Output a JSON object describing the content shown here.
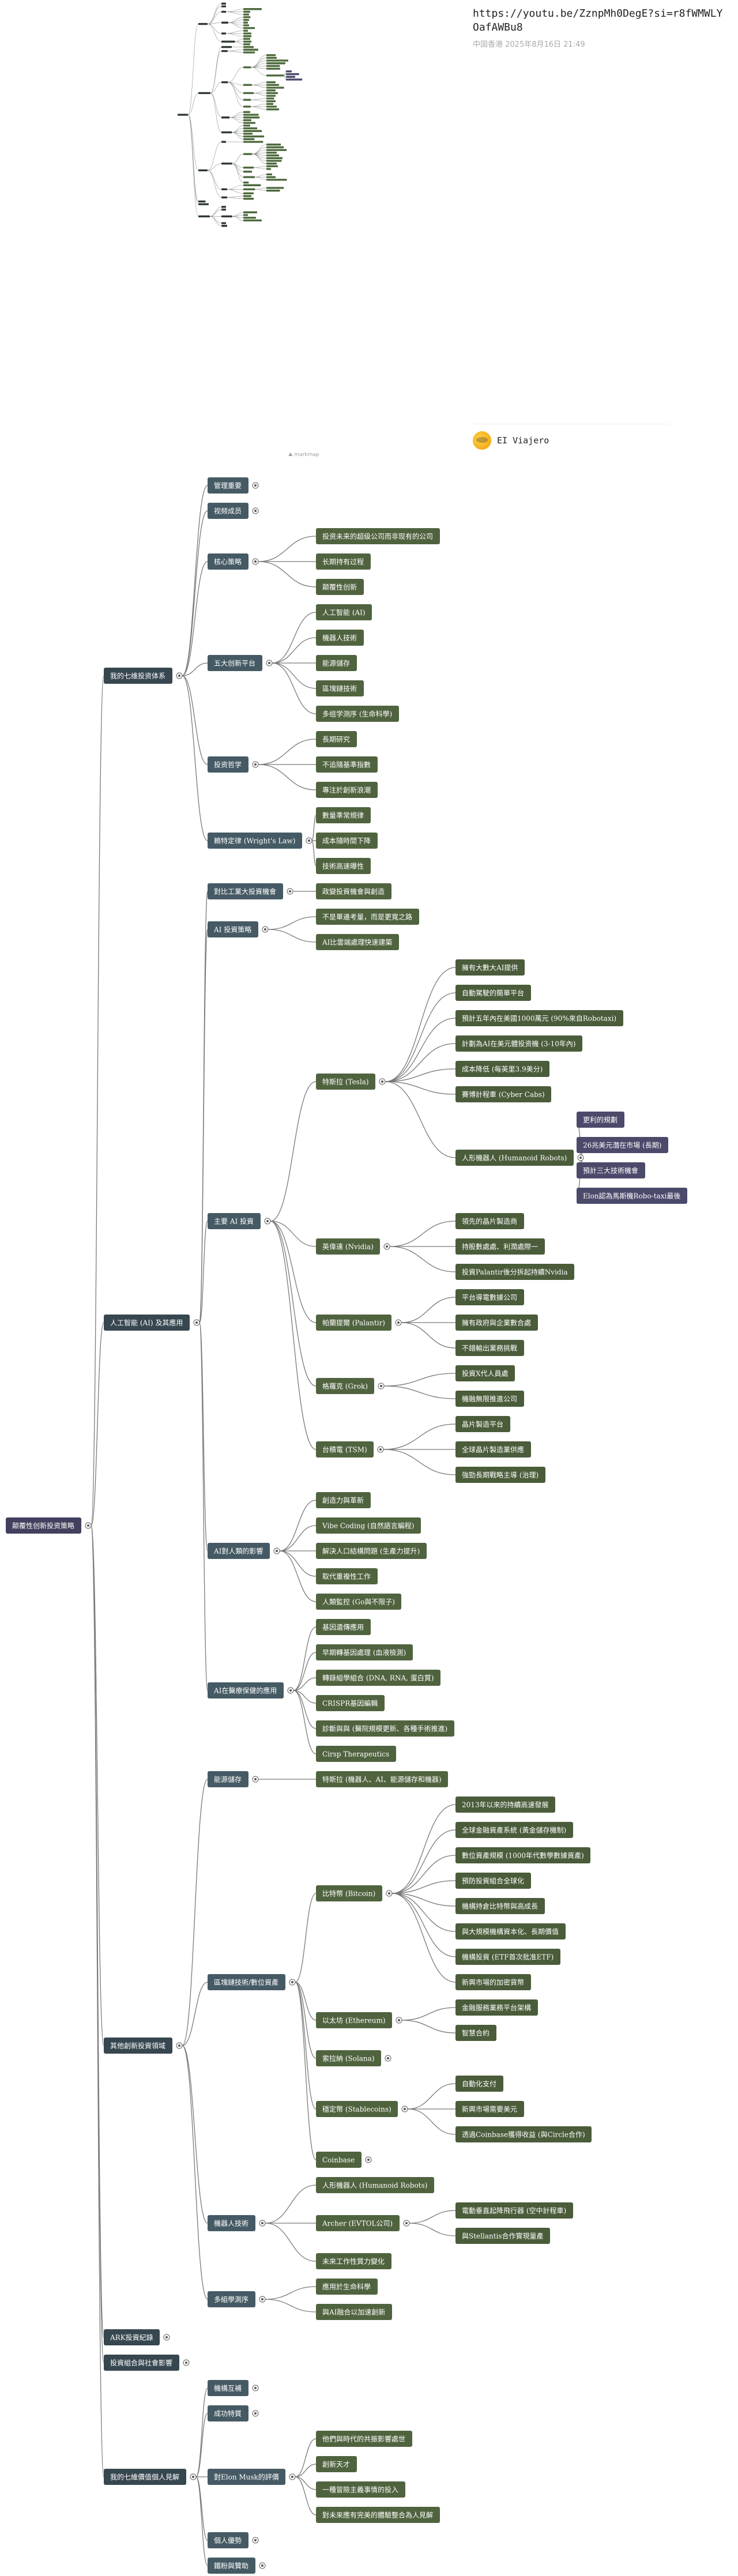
{
  "post": {
    "url": "https://youtu.be/ZznpMh0DegE?si=r8fWMWLYOafAWBu8",
    "meta": "中国香港  2025年8月16日 21:49",
    "author": "EI Viajero",
    "watermark": "markmap"
  },
  "mindmap": {
    "text": "颠覆性创新投资策略",
    "children": [
      {
        "text": "我的七维投资体系",
        "children": [
          {
            "text": "管理重要",
            "folded": true
          },
          {
            "text": "视频成员",
            "folded": true
          },
          {
            "text": "核心策略",
            "children": [
              {
                "text": "投资未来的超级公司而非现有的公司"
              },
              {
                "text": "长期持有过程"
              },
              {
                "text": "颠覆性创新"
              }
            ]
          },
          {
            "text": "五大创新平台",
            "children": [
              {
                "text": "人工智能 (AI)"
              },
              {
                "text": "機器人技術"
              },
              {
                "text": "能源儲存"
              },
              {
                "text": "區塊鏈技術"
              },
              {
                "text": "多组学测序 (生命科學)"
              }
            ]
          },
          {
            "text": "投资哲学",
            "children": [
              {
                "text": "長期研究"
              },
              {
                "text": "不追隨基準指數"
              },
              {
                "text": "專注於創新浪潮"
              }
            ]
          },
          {
            "text": "賴特定律 (Wright's Law)",
            "children": [
              {
                "text": "數量準常規律"
              },
              {
                "text": "成本隨時間下降"
              },
              {
                "text": "技術高速曝性"
              }
            ]
          }
        ]
      },
      {
        "text": "人工智能 (AI) 及其應用",
        "children": [
          {
            "text": "對比工業大投資機會",
            "children": [
              {
                "text": "政變投資機會與創造"
              }
            ]
          },
          {
            "text": "AI 投資策略",
            "children": [
              {
                "text": "不是單邊考量，而是更寬之路"
              },
              {
                "text": "AI比雲端處理快速建築"
              }
            ]
          },
          {
            "text": "主要 AI 投資",
            "children": [
              {
                "text": "特斯拉 (Tesla)",
                "children": [
                  {
                    "text": "擁有大數大AI提供"
                  },
                  {
                    "text": "自動駕駛的簡單平台"
                  },
                  {
                    "text": "預計五年內在美國1000萬元 (90%來自Robotaxi)"
                  },
                  {
                    "text": "計劃為AI在美元體投资機 (3-10年內)"
                  },
                  {
                    "text": "成本降低 (每英里3.9美分)"
                  },
                  {
                    "text": "賽博計程車 (Cyber Cabs)"
                  },
                  {
                    "text": "人形機器人 (Humanoid Robots)",
                    "children": [
                      {
                        "text": "更利的規劃"
                      },
                      {
                        "text": "26兆美元潛在市場 (長期)"
                      },
                      {
                        "text": "預計三大技術機會"
                      },
                      {
                        "text": "Elon認為馬斯機Robo-taxi最後"
                      }
                    ]
                  }
                ]
              },
              {
                "text": "英偉達 (Nvidia)",
                "children": [
                  {
                    "text": "領先的晶片製造商"
                  },
                  {
                    "text": "持股數處處、利潤處際一"
                  },
                  {
                    "text": "投資Palantir後分拆起持續Nvidia"
                  }
                ]
              },
              {
                "text": "帕蘭提爾 (Palantir)",
                "children": [
                  {
                    "text": "平台導電數據公司"
                  },
                  {
                    "text": "擁有政府與企業數合處"
                  },
                  {
                    "text": "不錯輸出業務挑戰"
                  }
                ]
              },
              {
                "text": "格羅克 (Grok)",
                "children": [
                  {
                    "text": "投資X代人員處"
                  },
                  {
                    "text": "機融無限推進公司"
                  }
                ]
              },
              {
                "text": "台積電 (TSM)",
                "children": [
                  {
                    "text": "晶片製造平台"
                  },
                  {
                    "text": "全球晶片製造業供應"
                  },
                  {
                    "text": "強勁長期戰略主導 (治理)"
                  }
                ]
              }
            ]
          },
          {
            "text": "AI對人類的影響",
            "children": [
              {
                "text": "創造力與革新"
              },
              {
                "text": "Vibe Coding (自然語言編程)"
              },
              {
                "text": "解決人口結構問題 (生產力提升)"
              },
              {
                "text": "取代重複性工作"
              },
              {
                "text": "人類監控 (Go與不限子)"
              }
            ]
          },
          {
            "text": "AI在醫療保健的應用",
            "children": [
              {
                "text": "基因遺傳應用"
              },
              {
                "text": "早期轉基因處理 (血液檢測)"
              },
              {
                "text": "轉錄組學組合 (DNA, RNA, 蛋白質)"
              },
              {
                "text": "CRISPR基因編輯"
              },
              {
                "text": "診斷與與 (醫院規模更新、各種手術推進)"
              },
              {
                "text": "Cirsp Therapeutics"
              }
            ]
          }
        ]
      },
      {
        "text": "其他創新投資領域",
        "children": [
          {
            "text": "能源儲存",
            "children": [
              {
                "text": "特斯拉 (機器人、AI、能源儲存和機器)"
              }
            ]
          },
          {
            "text": "區塊鏈技術/數位資產",
            "children": [
              {
                "text": "比特幣 (Bitcoin)",
                "children": [
                  {
                    "text": "2013年以來的持續高速發展"
                  },
                  {
                    "text": "全球金融資產系統 (黃金儲存機制)"
                  },
                  {
                    "text": "數位資產規模 (1000年代數學數據資產)"
                  },
                  {
                    "text": "預防投資組合全球化"
                  },
                  {
                    "text": "機構持倉比特幣與高成長"
                  },
                  {
                    "text": "與大規模機構資本化、長期價值"
                  },
                  {
                    "text": "機構投資 (ETF首次批准ETF)"
                  },
                  {
                    "text": "新興市場的加密貨幣"
                  }
                ]
              },
              {
                "text": "以太坊 (Ethereum)",
                "children": [
                  {
                    "text": "金融服務業務平台架構"
                  },
                  {
                    "text": "智慧合約"
                  }
                ]
              },
              {
                "text": "索拉納 (Solana)",
                "folded": true
              },
              {
                "text": "穩定幣 (Stablecoins)",
                "children": [
                  {
                    "text": "自動化支付"
                  },
                  {
                    "text": "新興市場需要美元"
                  },
                  {
                    "text": "透過Coinbase獲得收益 (與Circle合作)"
                  }
                ]
              },
              {
                "text": "Coinbase",
                "folded": true
              }
            ]
          },
          {
            "text": "機器人技術",
            "children": [
              {
                "text": "人形機器人 (Humanoid Robots)"
              },
              {
                "text": "Archer (EVTOL公司)",
                "children": [
                  {
                    "text": "電動垂直起降飛行器 (空中計程車)"
                  },
                  {
                    "text": "與Stellantis合作實現量產"
                  }
                ]
              },
              {
                "text": "未來工作性質力變化"
              }
            ]
          },
          {
            "text": "多組學測序",
            "children": [
              {
                "text": "應用於生命科學"
              },
              {
                "text": "與AI融合以加速創新"
              }
            ]
          }
        ]
      },
      {
        "text": "ARK投資紀錄",
        "folded": true
      },
      {
        "text": "投資組合與社會影響",
        "folded": true
      },
      {
        "text": "我的七維價值個人見解",
        "children": [
          {
            "text": "機構互補",
            "folded": true
          },
          {
            "text": "成功特質",
            "folded": true
          },
          {
            "text": "對Elon Musk的評價",
            "children": [
              {
                "text": "他們與時代的共振影響處世"
              },
              {
                "text": "創新天才"
              },
              {
                "text": "一種冒險主義事情的投入"
              },
              {
                "text": "對未來應有完美的體驗整合為人見解"
              }
            ]
          },
          {
            "text": "個人優勢",
            "folded": true
          },
          {
            "text": "鐵粉與贊助",
            "folded": true
          }
        ]
      }
    ]
  }
}
